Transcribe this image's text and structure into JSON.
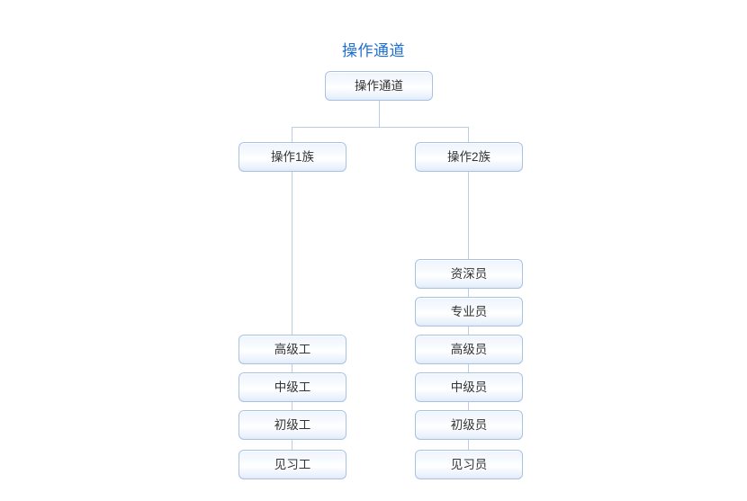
{
  "diagram": {
    "title": "操作通道",
    "type": "org-chart",
    "title_color": "#1f6fd0",
    "node_border_color": "#a9c2e2",
    "node_text_color": "#333333",
    "connector_color": "#b9cde8",
    "background_color": "#ffffff",
    "root": {
      "label": "操作通道"
    },
    "branches": [
      {
        "id": "branch-1",
        "label": "操作1族",
        "levels": [
          {
            "label": "高级工"
          },
          {
            "label": "中级工"
          },
          {
            "label": "初级工"
          },
          {
            "label": "见习工"
          }
        ]
      },
      {
        "id": "branch-2",
        "label": "操作2族",
        "levels": [
          {
            "label": "资深员"
          },
          {
            "label": "专业员"
          },
          {
            "label": "高级员"
          },
          {
            "label": "中级员"
          },
          {
            "label": "初级员"
          },
          {
            "label": "见习员"
          }
        ]
      }
    ]
  }
}
